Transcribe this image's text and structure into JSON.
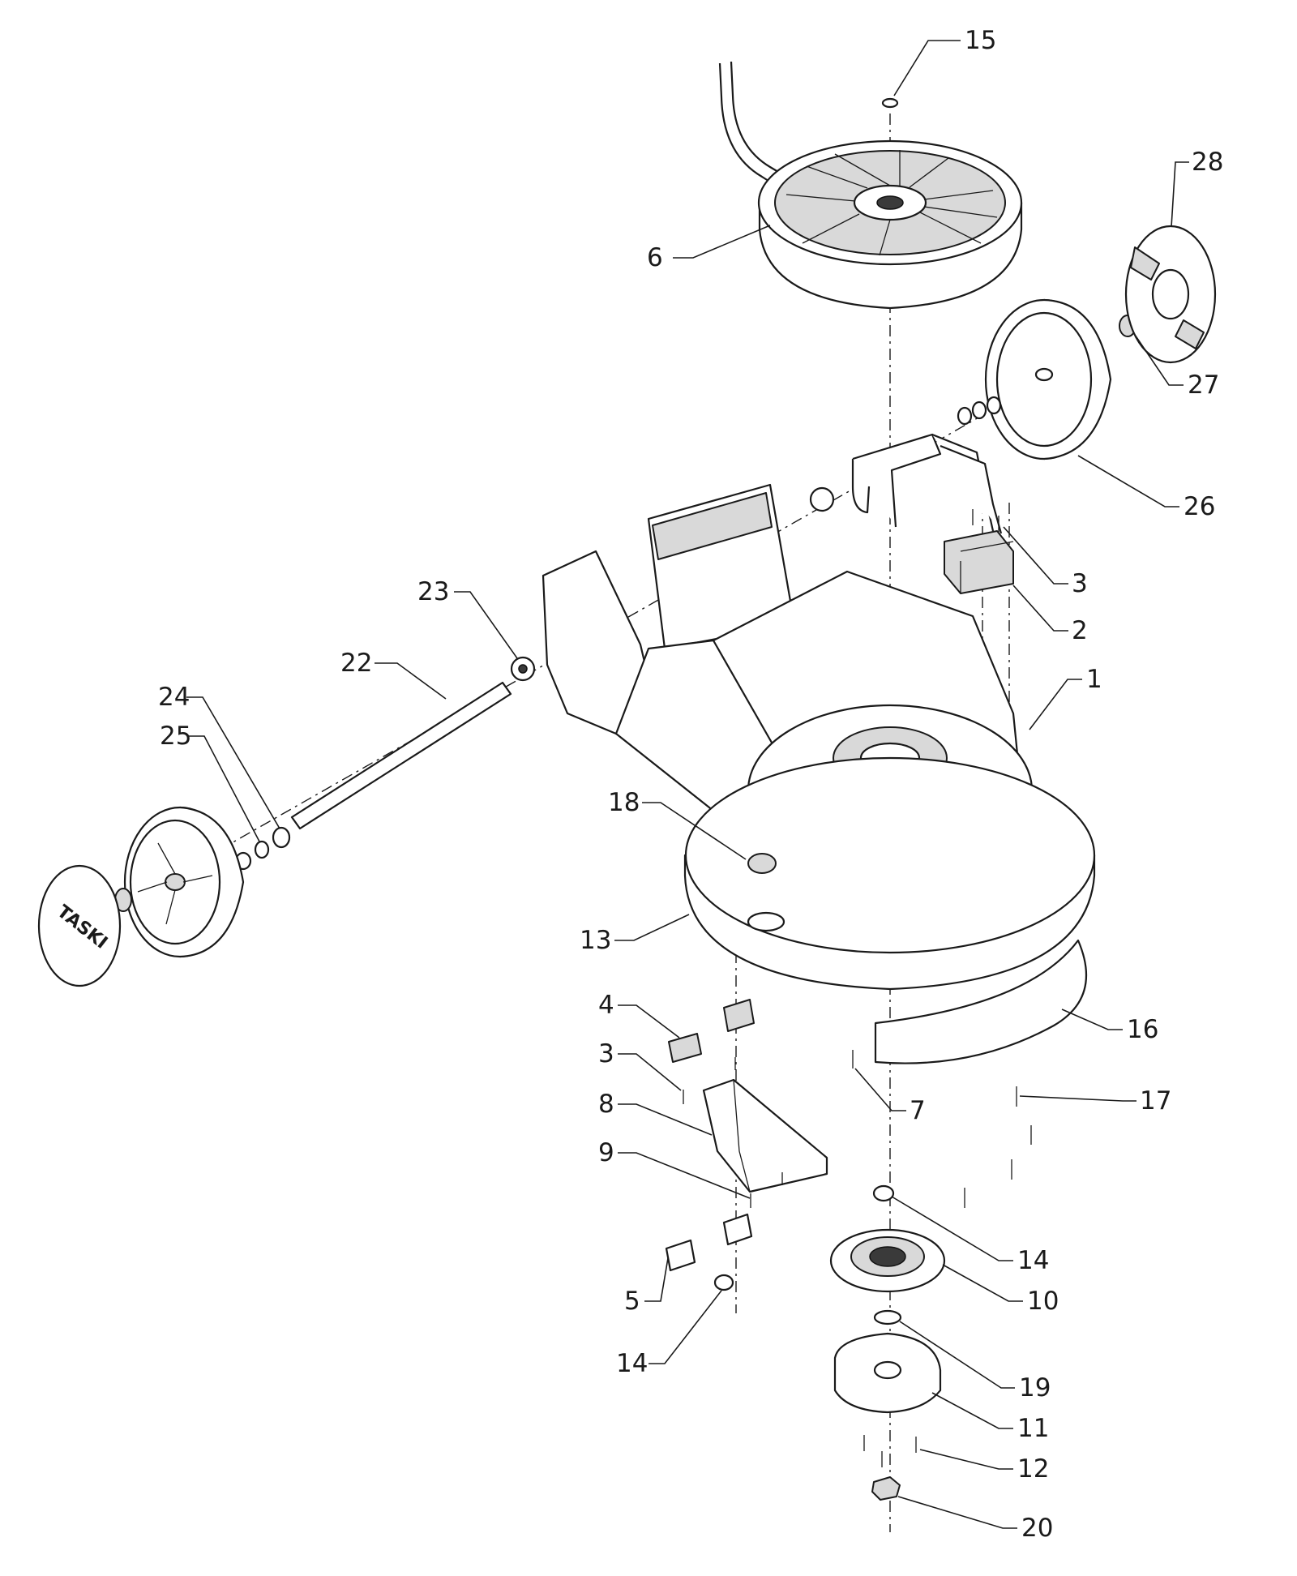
{
  "logo_text": "TASKI",
  "callouts": [
    {
      "id": "15",
      "label": "15"
    },
    {
      "id": "28",
      "label": "28"
    },
    {
      "id": "6",
      "label": "6"
    },
    {
      "id": "27",
      "label": "27"
    },
    {
      "id": "26",
      "label": "26"
    },
    {
      "id": "3a",
      "label": "3"
    },
    {
      "id": "2",
      "label": "2"
    },
    {
      "id": "1",
      "label": "1"
    },
    {
      "id": "23",
      "label": "23"
    },
    {
      "id": "22",
      "label": "22"
    },
    {
      "id": "24",
      "label": "24"
    },
    {
      "id": "25",
      "label": "25"
    },
    {
      "id": "18",
      "label": "18"
    },
    {
      "id": "13",
      "label": "13"
    },
    {
      "id": "16",
      "label": "16"
    },
    {
      "id": "4",
      "label": "4"
    },
    {
      "id": "3b",
      "label": "3"
    },
    {
      "id": "8",
      "label": "8"
    },
    {
      "id": "7",
      "label": "7"
    },
    {
      "id": "17",
      "label": "17"
    },
    {
      "id": "9",
      "label": "9"
    },
    {
      "id": "14a",
      "label": "14"
    },
    {
      "id": "10",
      "label": "10"
    },
    {
      "id": "5",
      "label": "5"
    },
    {
      "id": "14b",
      "label": "14"
    },
    {
      "id": "19",
      "label": "19"
    },
    {
      "id": "11",
      "label": "11"
    },
    {
      "id": "12",
      "label": "12"
    },
    {
      "id": "20",
      "label": "20"
    }
  ]
}
